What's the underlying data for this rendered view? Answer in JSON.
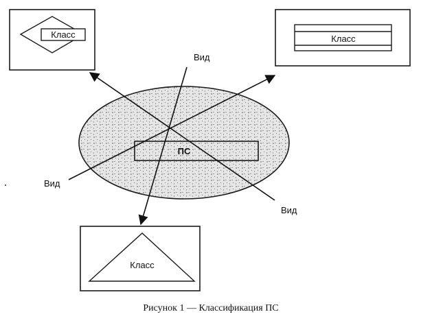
{
  "diagram": {
    "classes": [
      {
        "shape": "diamond",
        "label": "Класс"
      },
      {
        "shape": "striped-rectangle",
        "label": "Класс"
      },
      {
        "shape": "triangle",
        "label": "Класс"
      }
    ],
    "center_label": "ПС",
    "views": [
      {
        "label": "Вид"
      },
      {
        "label": "Вид"
      },
      {
        "label": "Вид"
      }
    ]
  },
  "caption": "Рисунок 1 — Классификация ПС"
}
